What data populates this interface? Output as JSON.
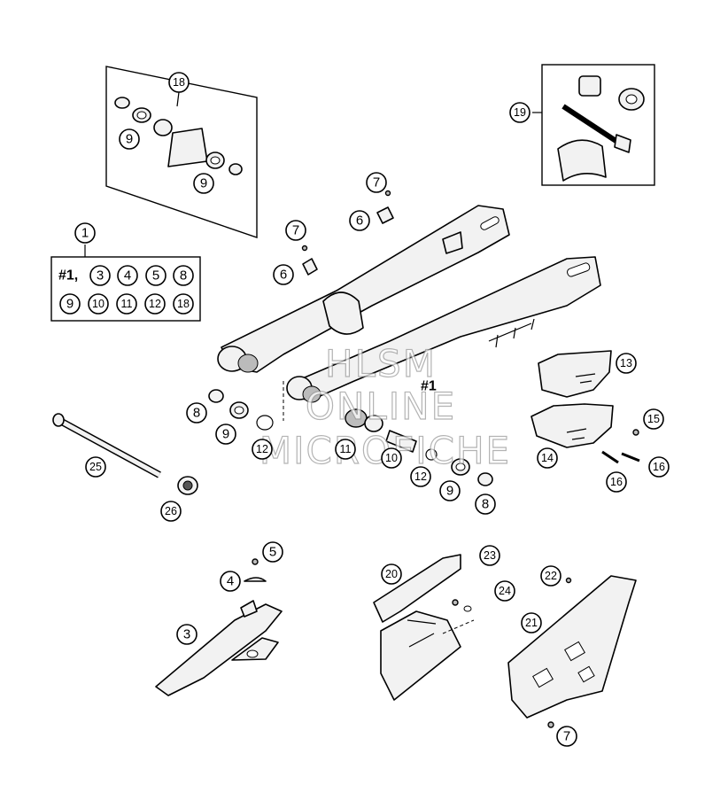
{
  "watermark": {
    "line1": "HLSM",
    "line2": "ONLINE",
    "line3": "MICROFICHE"
  },
  "assembly_marker": "#1",
  "kit_1": {
    "label": "1",
    "prefix": "#1,",
    "contents": [
      "3",
      "4",
      "5",
      "8",
      "9",
      "10",
      "11",
      "12",
      "18"
    ]
  },
  "callouts": {
    "c18": "18",
    "c9a": "9",
    "c9b": "9",
    "c19": "19",
    "c7a": "7",
    "c6a": "6",
    "c7b": "7",
    "c6b": "6",
    "c13": "13",
    "c15": "15",
    "c14": "14",
    "c16a": "16",
    "c16b": "16",
    "c8a": "8",
    "c9c": "9",
    "c12a": "12",
    "c11": "11",
    "c10": "10",
    "c12b": "12",
    "c9d": "9",
    "c8b": "8",
    "c25": "25",
    "c26": "26",
    "c5": "5",
    "c4": "4",
    "c3": "3",
    "c20": "20",
    "c23": "23",
    "c24": "24",
    "c22": "22",
    "c21": "21",
    "c7c": "7"
  }
}
